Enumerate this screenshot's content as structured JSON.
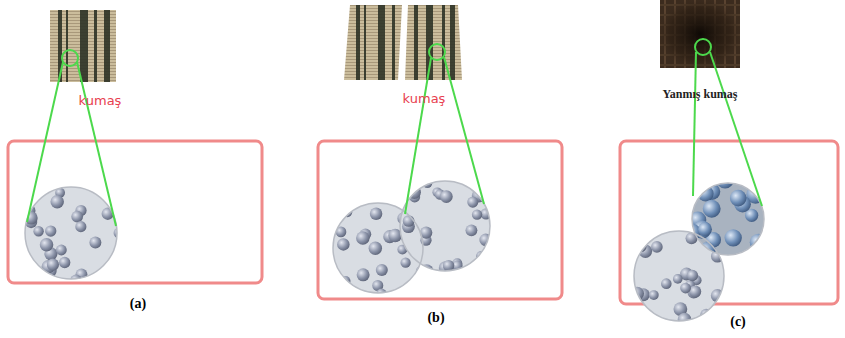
{
  "diagram": {
    "labels": [
      "kumaş",
      "kumaş",
      "Yanmış kumaş",
      "(a)",
      "(b)",
      "(c)"
    ]
  }
}
